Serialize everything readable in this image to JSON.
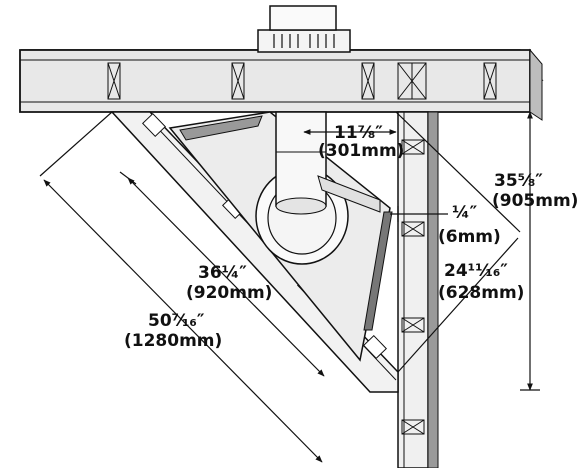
{
  "diagram": {
    "dimensions": [
      {
        "id": "flue-offset",
        "value": "11⅞″",
        "metric": "(301mm)"
      },
      {
        "id": "corner-gap",
        "value": "¼″",
        "metric": "(6mm)"
      },
      {
        "id": "vertical-height",
        "value": "35⅝″",
        "metric": "(905mm)"
      },
      {
        "id": "side-depth",
        "value": "24¹¹⁄₁₆″",
        "metric": "(628mm)"
      },
      {
        "id": "inner-width",
        "value": "36¼″",
        "metric": "(920mm)"
      },
      {
        "id": "outer-width",
        "value": "50⁷⁄₁₆″",
        "metric": "(1280mm)"
      }
    ]
  }
}
